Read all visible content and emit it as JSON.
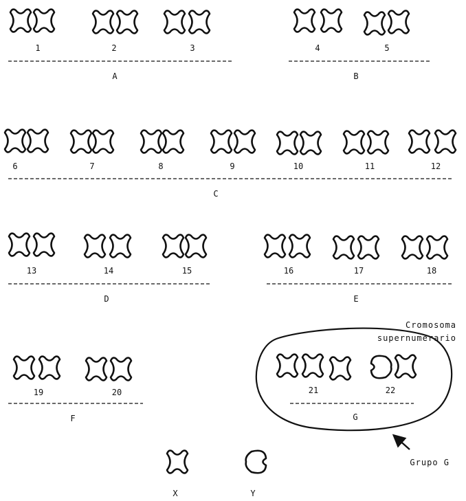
{
  "karyotype": {
    "pairs": [
      {
        "id": "1",
        "label": "1"
      },
      {
        "id": "2",
        "label": "2"
      },
      {
        "id": "3",
        "label": "3"
      },
      {
        "id": "4",
        "label": "4"
      },
      {
        "id": "5",
        "label": "5"
      },
      {
        "id": "6",
        "label": "6"
      },
      {
        "id": "7",
        "label": "7"
      },
      {
        "id": "8",
        "label": "8"
      },
      {
        "id": "9",
        "label": "9"
      },
      {
        "id": "10",
        "label": "10"
      },
      {
        "id": "11",
        "label": "11"
      },
      {
        "id": "12",
        "label": "12"
      },
      {
        "id": "13",
        "label": "13"
      },
      {
        "id": "14",
        "label": "14"
      },
      {
        "id": "15",
        "label": "15"
      },
      {
        "id": "16",
        "label": "16"
      },
      {
        "id": "17",
        "label": "17"
      },
      {
        "id": "18",
        "label": "18"
      },
      {
        "id": "19",
        "label": "19"
      },
      {
        "id": "20",
        "label": "20"
      },
      {
        "id": "21",
        "label": "21"
      },
      {
        "id": "22",
        "label": "22"
      }
    ],
    "groups": [
      "A",
      "B",
      "C",
      "D",
      "E",
      "F",
      "G"
    ],
    "sex_chromosomes": [
      "X",
      "Y"
    ],
    "annotations": {
      "extra_chromosome_line1": "Cromosoma",
      "extra_chromosome_line2": "supernumerario",
      "group_pointer": "Grupo  G"
    }
  }
}
